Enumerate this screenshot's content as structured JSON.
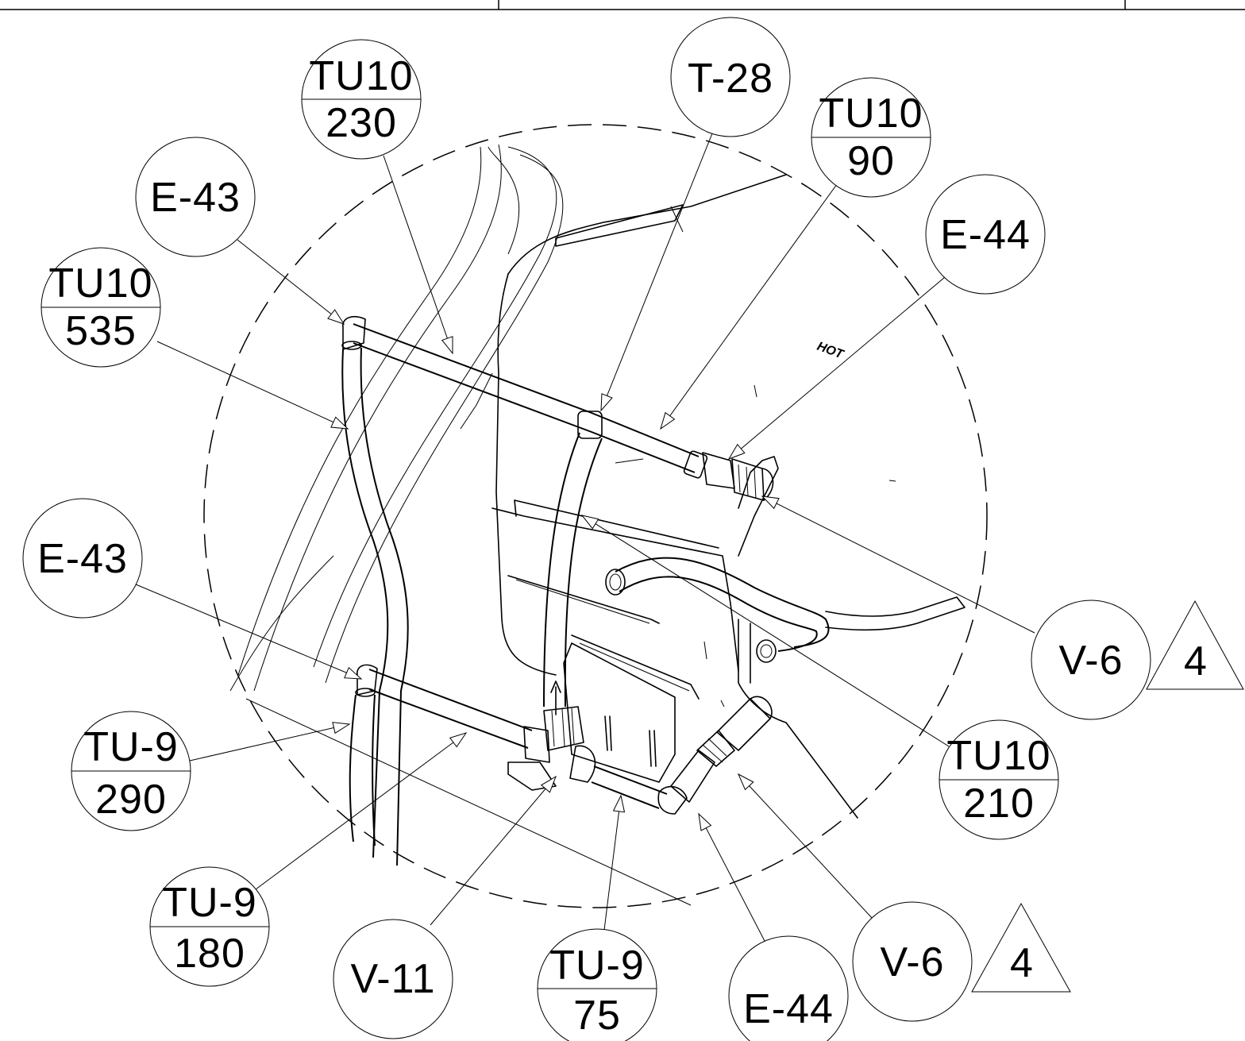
{
  "drawing": {
    "embossed_text": "HOT",
    "callouts": [
      {
        "id": "tu10-230",
        "part": "TU10",
        "qty": "230"
      },
      {
        "id": "t-28",
        "part": "T-28"
      },
      {
        "id": "tu10-90",
        "part": "TU10",
        "qty": "90"
      },
      {
        "id": "e-43-top",
        "part": "E-43"
      },
      {
        "id": "e-44-top",
        "part": "E-44"
      },
      {
        "id": "tu10-535",
        "part": "TU10",
        "qty": "535"
      },
      {
        "id": "e-43-bottom",
        "part": "E-43"
      },
      {
        "id": "v-6-right",
        "part": "V-6",
        "note": "4"
      },
      {
        "id": "tu10-210",
        "part": "TU10",
        "qty": "210"
      },
      {
        "id": "tu-9-290",
        "part": "TU-9",
        "qty": "290"
      },
      {
        "id": "tu-9-180",
        "part": "TU-9",
        "qty": "180"
      },
      {
        "id": "v-11",
        "part": "V-11"
      },
      {
        "id": "tu-9-75",
        "part": "TU-9",
        "qty": "75"
      },
      {
        "id": "e-44-bottom",
        "part": "E-44"
      },
      {
        "id": "v-6-bottom",
        "part": "V-6",
        "note": "4"
      }
    ]
  }
}
